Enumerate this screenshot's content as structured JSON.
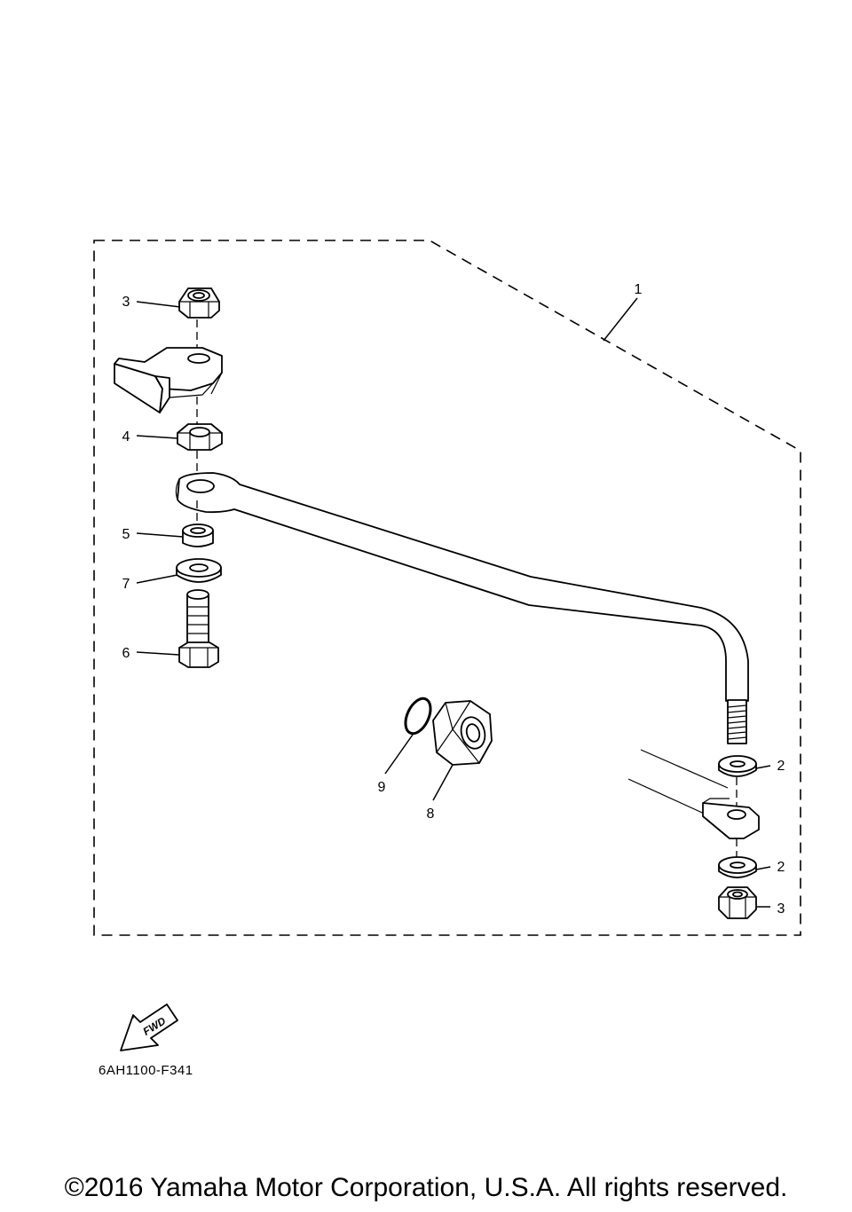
{
  "diagram": {
    "code": "6AH1100-F341",
    "copyright": "©2016 Yamaha Motor Corporation, U.S.A. All rights reserved.",
    "fwd_label": "FWD",
    "callouts": {
      "c1": "1",
      "c2a": "2",
      "c2b": "2",
      "c3a": "3",
      "c3b": "3",
      "c4": "4",
      "c5": "5",
      "c6": "6",
      "c7": "7",
      "c8": "8",
      "c9": "9"
    }
  }
}
